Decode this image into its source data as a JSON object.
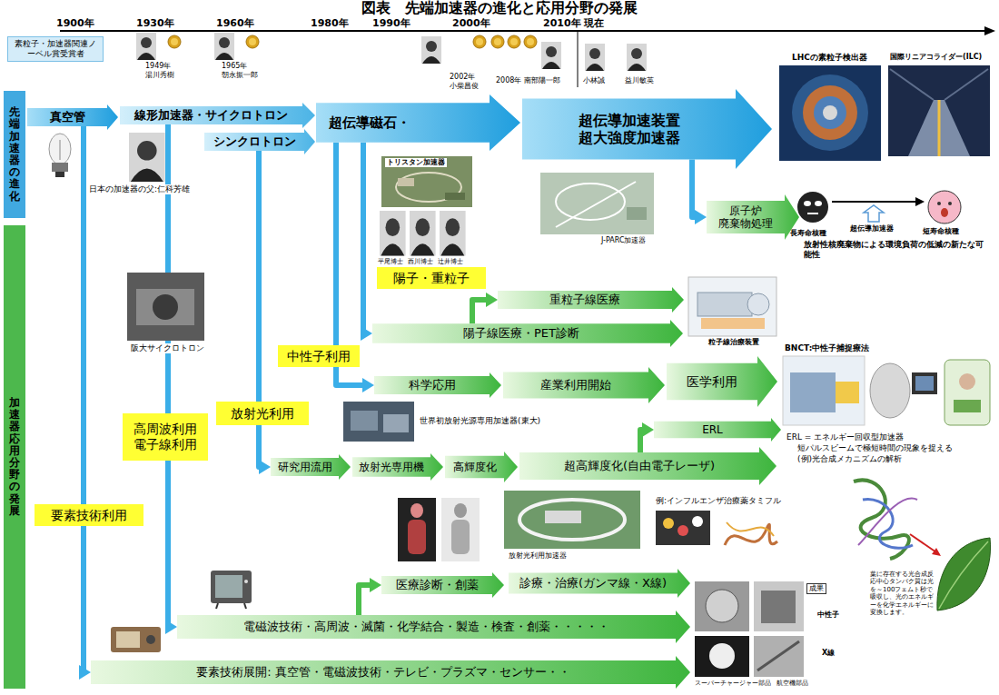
{
  "diagram": {
    "title": "図表　先端加速器の進化と応用分野の発展",
    "nodes": [
      {
        "text": [
          "素粒子・加速器関連ノーベル賞受賞者"
        ]
      },
      {
        "text": [
          "先端加速器の進化"
        ]
      },
      {
        "text": [
          "加速器応用分野の発展"
        ]
      },
      {
        "text": [
          "真空管"
        ]
      },
      {
        "text": [
          "線形加速器・サイクロトロン"
        ]
      },
      {
        "text": [
          "シンクロトロン"
        ]
      },
      {
        "text": [
          "超伝導磁石・"
        ]
      },
      {
        "text": [
          "超伝導加速装置 超大強度加速器"
        ]
      },
      {
        "text": [
          "陽子・重粒子"
        ]
      },
      {
        "text": [
          "中性子利用"
        ]
      },
      {
        "text": [
          "放射光利用"
        ]
      },
      {
        "text": [
          "高周波利用 電子線利用"
        ]
      },
      {
        "text": [
          "要素技術利用"
        ]
      },
      {
        "text": [
          "重粒子線医療"
        ]
      },
      {
        "text": [
          "陽子線医療・PET診断"
        ]
      },
      {
        "text": [
          "科学応用"
        ]
      },
      {
        "text": [
          "産業利用開始"
        ]
      },
      {
        "text": [
          "医学利用"
        ]
      },
      {
        "text": [
          "研究用流用"
        ]
      },
      {
        "text": [
          "放射光専用機"
        ]
      },
      {
        "text": [
          "高輝度化"
        ]
      },
      {
        "text": [
          "超高輝度化(自由電子レーザ)"
        ]
      },
      {
        "text": [
          "ERL"
        ]
      },
      {
        "text": [
          "医療診断・創薬"
        ]
      },
      {
        "text": [
          "診療・治療(ガンマ線・X線)"
        ]
      },
      {
        "text": [
          "電磁波技術・高周波・滅菌・化学結合・製造・検査・創薬・・・・・"
        ]
      },
      {
        "text": [
          "要素技術展開: 真空管・電磁波技術・テレビ・プラズマ・センサー・・"
        ]
      },
      {
        "text": [
          "原子炉 廃棄物処理"
        ]
      }
    ],
    "edges": [
      {
        "from": 3,
        "to": 26,
        "arrow": "to"
      },
      {
        "from": 4,
        "to": 25,
        "arrow": "to"
      },
      {
        "from": 5,
        "to": 18,
        "arrow": "to"
      },
      {
        "from": 6,
        "to": 14,
        "arrow": "to"
      },
      {
        "from": 6,
        "to": 15,
        "arrow": "to"
      },
      {
        "from": 7,
        "to": 27,
        "arrow": "to"
      },
      {
        "from": 14,
        "to": 13,
        "arrow": "to"
      },
      {
        "from": 21,
        "to": 22,
        "arrow": "to"
      },
      {
        "from": 25,
        "to": 23,
        "arrow": "to"
      }
    ],
    "labels": [
      "1900年",
      "1930年",
      "1960年",
      "1980年",
      "1990年",
      "2000年",
      "2010年 現在",
      "1949年 湯川秀樹",
      "1965年 朝永振一郎",
      "2002年 小柴昌俊",
      "2008年 南部陽一郎",
      "小林誠",
      "益川敏英",
      "日本の加速器の父:仁科芳雄",
      "トリスタン加速器",
      "平尾博士",
      "西川博士",
      "辻井博士",
      "J-PARC加速器",
      "LHCの素粒子検出器",
      "国際リニアコライダー(ILC)",
      "長寿命核種",
      "超伝導加速器",
      "短寿命核種",
      "放射性核廃棄物による環境負荷の低減の新たな可能性",
      "粒子線治療装置",
      "BNCT:中性子捕捉療法",
      "阪大サイクロトロン",
      "世界初放射光源専用加速器(東大)",
      "ERL = エネルギー回収型加速器",
      "短パルスビームで極短時間の現象を捉える",
      "(例)光合成メカニズムの解析",
      "例:インフルエンザ治療薬タミフル",
      "放射光利用加速器",
      "葉に存在する光合成反応中心タンパク質は光を～100フェムト秒で吸収し、光のエネルギーを化学エネルギーに変換します。",
      "成果",
      "中性子",
      "X線",
      "スーパーチャージャー部品",
      "航空機部品"
    ]
  }
}
